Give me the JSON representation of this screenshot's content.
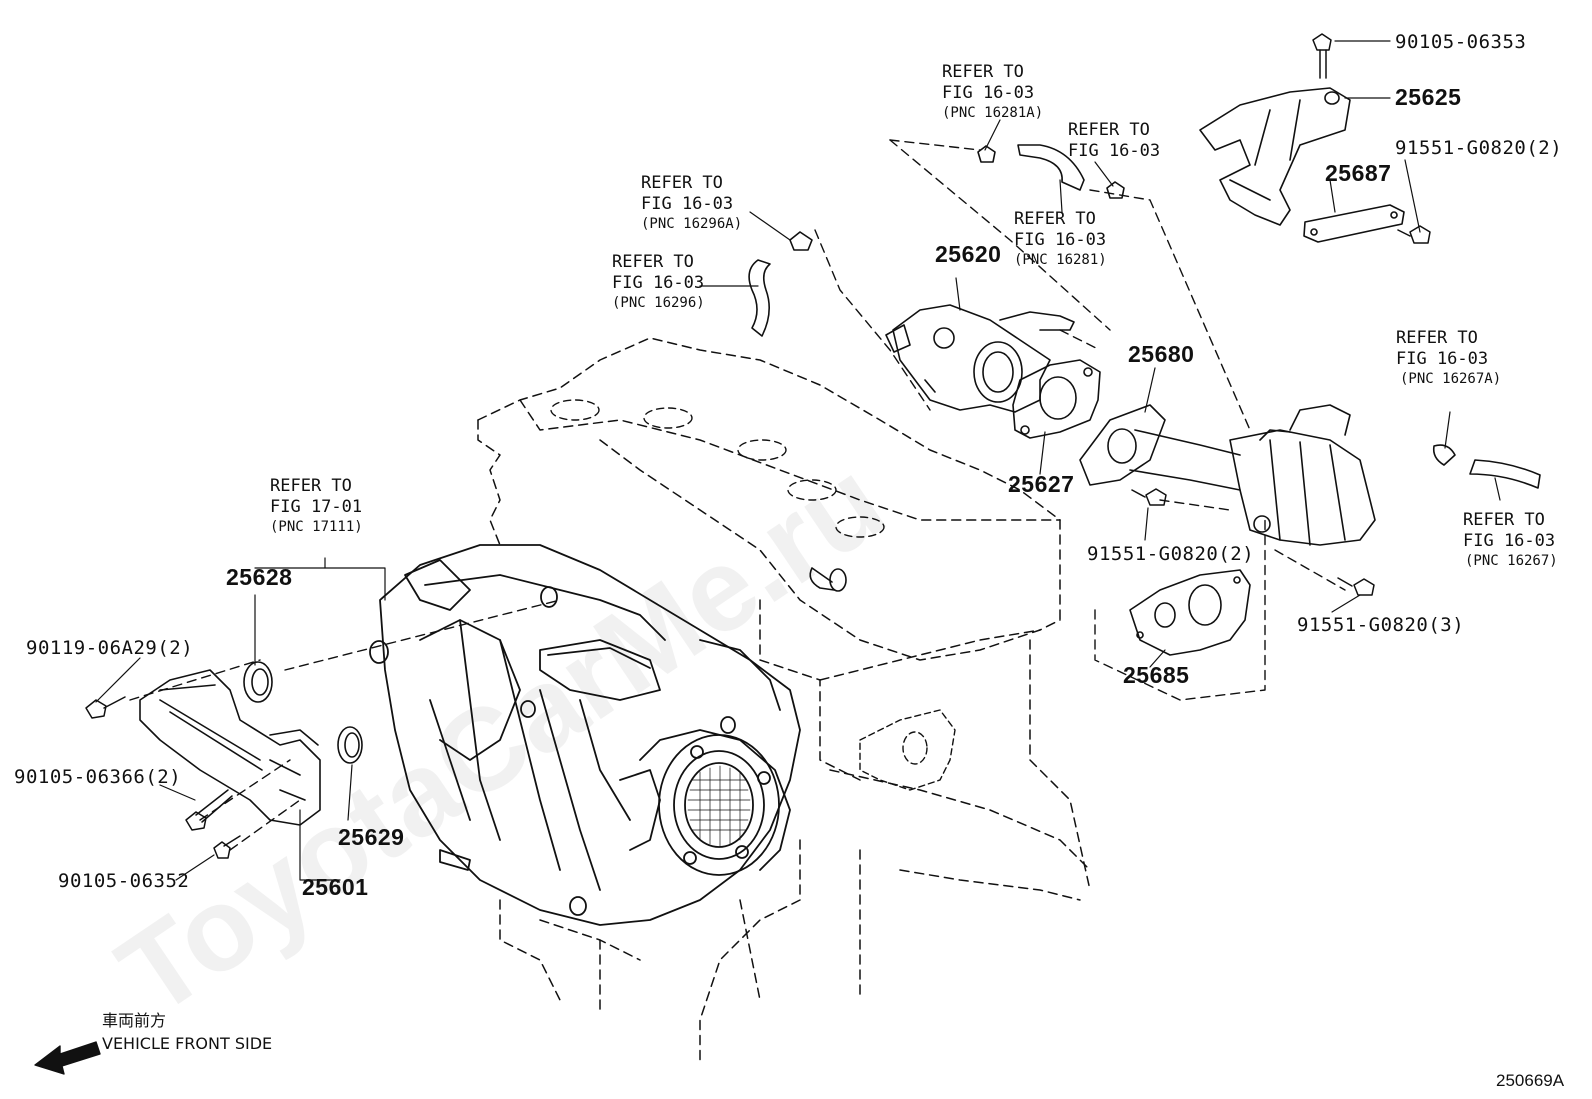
{
  "watermark": "ToyotaCarMe.ru",
  "diagram_code": "250669A",
  "front": {
    "label_jp": "車両前方",
    "label_en": "VEHICLE FRONT SIDE"
  },
  "refs": {
    "ref_a": {
      "l1": "REFER TO",
      "l2": "FIG 16-03",
      "pnc": "(PNC 16281A)"
    },
    "ref_b": {
      "l1": "REFER TO",
      "l2": "FIG 16-03"
    },
    "ref_c": {
      "l1": "REFER TO",
      "l2": "FIG 16-03",
      "pnc": "(PNC 16296A)"
    },
    "ref_d": {
      "l1": "REFER TO",
      "l2": "FIG 16-03",
      "pnc": "(PNC 16296)"
    },
    "ref_e": {
      "l1": "REFER TO",
      "l2": "FIG 16-03",
      "pnc": "(PNC 16281)"
    },
    "ref_f": {
      "l1": "REFER TO",
      "l2": "FIG 16-03",
      "pnc": "(PNC 16267A)"
    },
    "ref_g": {
      "l1": "REFER TO",
      "l2": "FIG 16-03",
      "pnc": "(PNC 16267)"
    },
    "ref_h": {
      "l1": "REFER TO",
      "l2": "FIG 17-01",
      "pnc": "(PNC 17111)"
    }
  },
  "parts": {
    "p90105_06353": "90105-06353",
    "p25625": "25625",
    "p91551_top": "91551-G0820(2)",
    "p25687": "25687",
    "p25620": "25620",
    "p25680": "25680",
    "p25627": "25627",
    "p91551_mid": "91551-G0820(2)",
    "p91551_right": "91551-G0820(3)",
    "p25685": "25685",
    "p25628": "25628",
    "p90119": "90119-06A29(2)",
    "p90105_06366": "90105-06366(2)",
    "p25629": "25629",
    "p25601": "25601",
    "p90105_06352": "90105-06352"
  }
}
